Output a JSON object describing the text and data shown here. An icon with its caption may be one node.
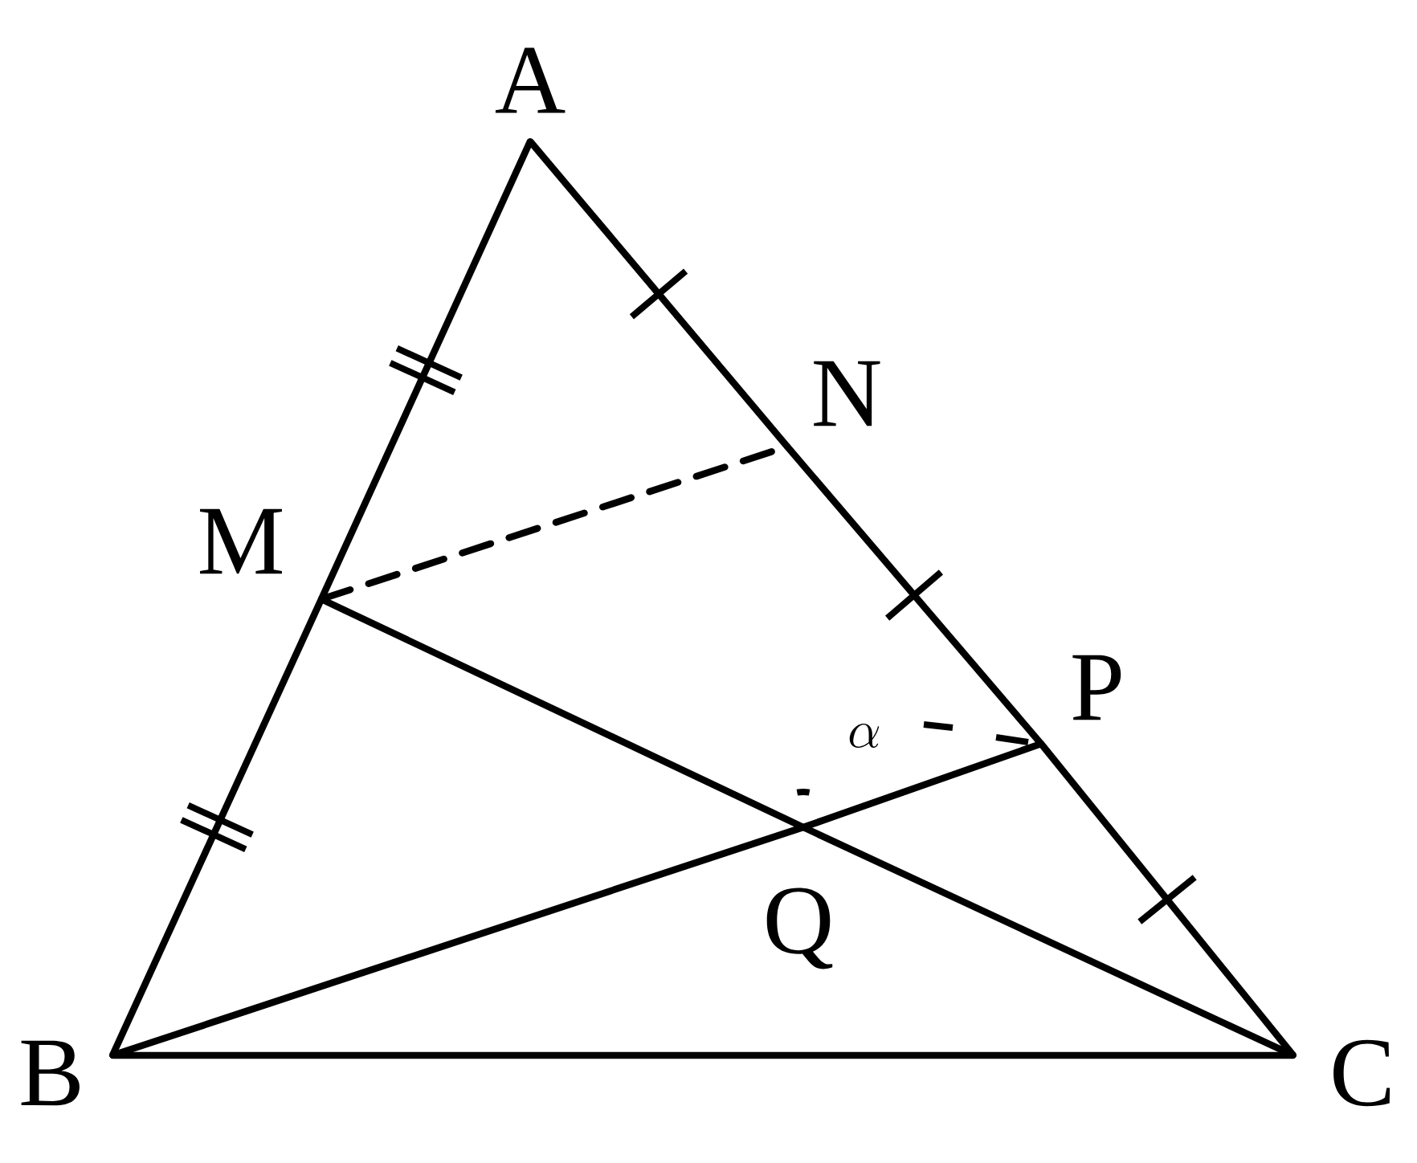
{
  "diagram": {
    "nodes": [
      {
        "text": [
          "A"
        ]
      },
      {
        "text": [
          "B"
        ]
      },
      {
        "text": [
          "C"
        ]
      },
      {
        "text": [
          "M"
        ]
      },
      {
        "text": [
          "N"
        ]
      },
      {
        "text": [
          "P"
        ]
      },
      {
        "text": [
          "Q"
        ]
      }
    ],
    "edges": [
      {
        "from": 0,
        "to": 3,
        "arrow": "none"
      },
      {
        "from": 3,
        "to": 1,
        "arrow": "none"
      },
      {
        "from": 0,
        "to": 4,
        "arrow": "none"
      },
      {
        "from": 4,
        "to": 5,
        "arrow": "none"
      },
      {
        "from": 5,
        "to": 2,
        "arrow": "none"
      },
      {
        "from": 1,
        "to": 2,
        "arrow": "none"
      },
      {
        "from": 3,
        "to": 4,
        "arrow": "none",
        "style": "dashed"
      },
      {
        "from": 3,
        "to": 6,
        "arrow": "none"
      },
      {
        "from": 6,
        "to": 2,
        "arrow": "none"
      },
      {
        "from": 1,
        "to": 6,
        "arrow": "none"
      },
      {
        "from": 6,
        "to": 5,
        "arrow": "none"
      }
    ],
    "labels": [
      "\\alpha"
    ]
  }
}
